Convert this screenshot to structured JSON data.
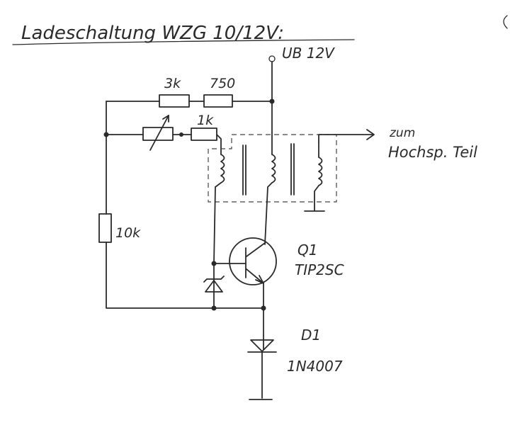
{
  "title": "Ladeschaltung WZG 10/12V:",
  "supply_label": "UB 12V",
  "resistors": {
    "r_top_left": "3k",
    "r_top_right": "750",
    "r_mid": "1k",
    "r_left": "10k"
  },
  "transistor": {
    "name": "Q1",
    "part": "TIP2SC"
  },
  "diode": {
    "name": "D1",
    "part": "1N4007"
  },
  "output": {
    "line1": "zum",
    "line2": "Hochsp. Teil"
  },
  "ink_color": "#2a2a2a"
}
